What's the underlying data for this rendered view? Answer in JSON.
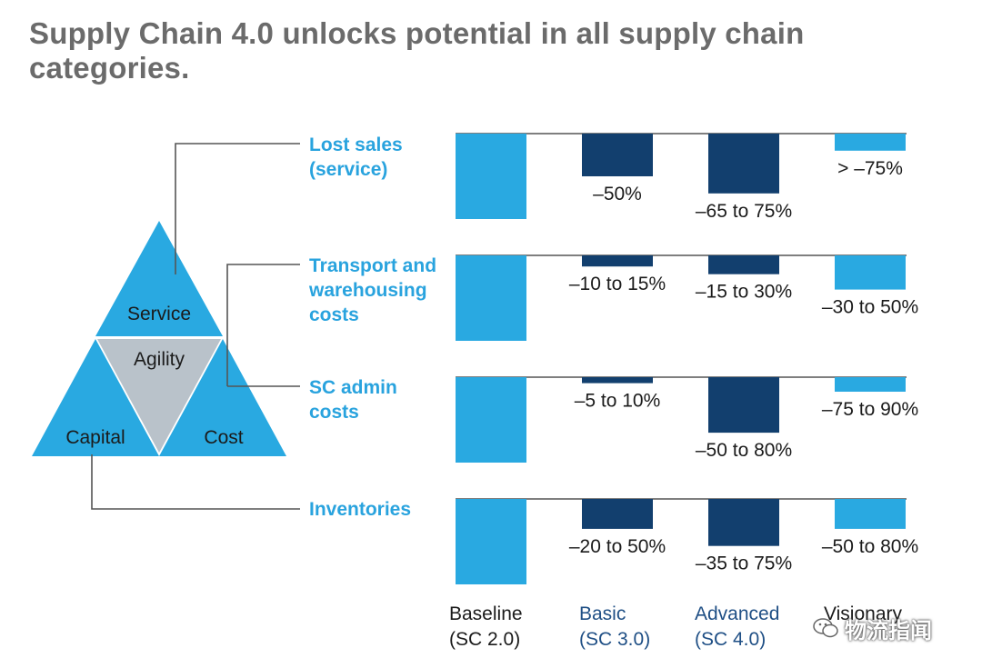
{
  "title": "Supply Chain 4.0 unlocks potential in all supply chain categories.",
  "triangle": {
    "service": "Service",
    "agility": "Agility",
    "capital": "Capital",
    "cost": "Cost"
  },
  "colors": {
    "light_blue": "#29a9e1",
    "dark_blue": "#123f6e",
    "agility_grey": "#b9c2ca",
    "label_blue": "#29a3de",
    "connector": "#555555"
  },
  "watermark": {
    "text": "物流指闻",
    "icon": "wechat-icon"
  },
  "chart_data": {
    "type": "bar",
    "categories": [
      "Baseline (SC 2.0)",
      "Basic (SC 3.0)",
      "Advanced (SC 4.0)",
      "Visionary"
    ],
    "tier_labels": [
      {
        "line1": "Baseline",
        "line2": "(SC 2.0)",
        "color": "#1b1b1b"
      },
      {
        "line1": "Basic",
        "line2": "(SC 3.0)",
        "color": "#1f4f85"
      },
      {
        "line1": "Advanced",
        "line2": "(SC 4.0)",
        "color": "#1f4f85"
      },
      {
        "line1": "Visionary",
        "line2": "",
        "color": "#1b1b1b"
      }
    ],
    "baseline_value": 100,
    "ylim": [
      0,
      100
    ],
    "rows": [
      {
        "name": "Lost sales (service)",
        "label_lines": [
          "Lost sales",
          "(service)"
        ],
        "values": [
          100,
          50,
          70,
          20
        ],
        "labels": [
          "",
          "–50%",
          "–65 to 75%",
          "> –75%"
        ]
      },
      {
        "name": "Transport and warehousing costs",
        "label_lines": [
          "Transport and",
          "warehousing",
          "costs"
        ],
        "values": [
          100,
          13,
          22,
          40
        ],
        "labels": [
          "",
          "–10 to 15%",
          "–15 to 30%",
          "–30 to 50%"
        ]
      },
      {
        "name": "SC admin costs",
        "label_lines": [
          "SC admin",
          "costs"
        ],
        "values": [
          100,
          7,
          65,
          17
        ],
        "labels": [
          "",
          "–5 to 10%",
          "–50 to 80%",
          "–75 to 90%"
        ]
      },
      {
        "name": "Inventories",
        "label_lines": [
          "Inventories"
        ],
        "values": [
          100,
          35,
          55,
          35
        ],
        "labels": [
          "",
          "–20 to 50%",
          "–35 to 75%",
          "–50 to 80%"
        ]
      }
    ]
  }
}
